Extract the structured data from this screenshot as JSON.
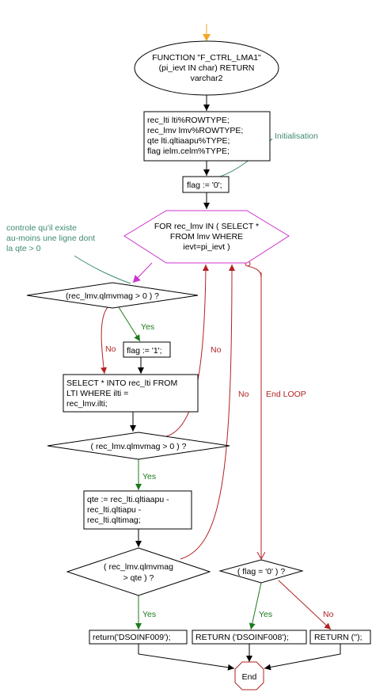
{
  "nodes": {
    "start": [
      "FUNCTION  \"F_CTRL_LMA1\"",
      "(pi_ievt IN char) RETURN",
      "varchar2"
    ],
    "declare": [
      "rec_lti  lti%ROWTYPE;",
      "rec_lmv  lmv%ROWTYPE;",
      "qte lti.qltiaapu%TYPE;",
      "flag  ielm.celm%TYPE;"
    ],
    "flag_init": "flag := '0';",
    "loop": [
      "FOR rec_lmv IN ( SELECT *",
      "FROM lmv WHERE",
      "ievt=pi_ievt )"
    ],
    "cond1": "(rec_lmv.qlmvmag > 0 ) ?",
    "flag_set": "flag := '1';",
    "select": [
      "SELECT * INTO rec_lti FROM",
      "LTI WHERE ilti =",
      "rec_lmv.ilti;"
    ],
    "cond2": "( rec_lmv.qlmvmag > 0 ) ?",
    "calc": [
      "qte := rec_lti.qltiaapu -",
      "rec_lti.qltiapu -",
      "rec_lti.qltimag;"
    ],
    "cond3": [
      "( rec_lmv.qlmvmag",
      "> qte ) ?"
    ],
    "cond4": "( flag = '0' ) ?",
    "ret1": "return('DSOINF009');",
    "ret2": "RETURN ('DSOINF008');",
    "ret3": "RETURN ('');",
    "end": "End"
  },
  "comments": {
    "init": "Initialisation",
    "check": [
      "controle qu'il existe",
      "au-moins une ligne dont",
      "la qte > 0"
    ]
  },
  "edge_labels": {
    "yes": "Yes",
    "no": "No",
    "end_loop": "End LOOP"
  },
  "colors": {
    "box_stroke": "#000000",
    "loop_stroke": "#cc33cc",
    "yes_line": "#1c7a1c",
    "no_line": "#b22222",
    "comment_line": "#3f8a6e",
    "start_arrow": "#f5a623",
    "loop_arrow": "#cc33cc"
  }
}
